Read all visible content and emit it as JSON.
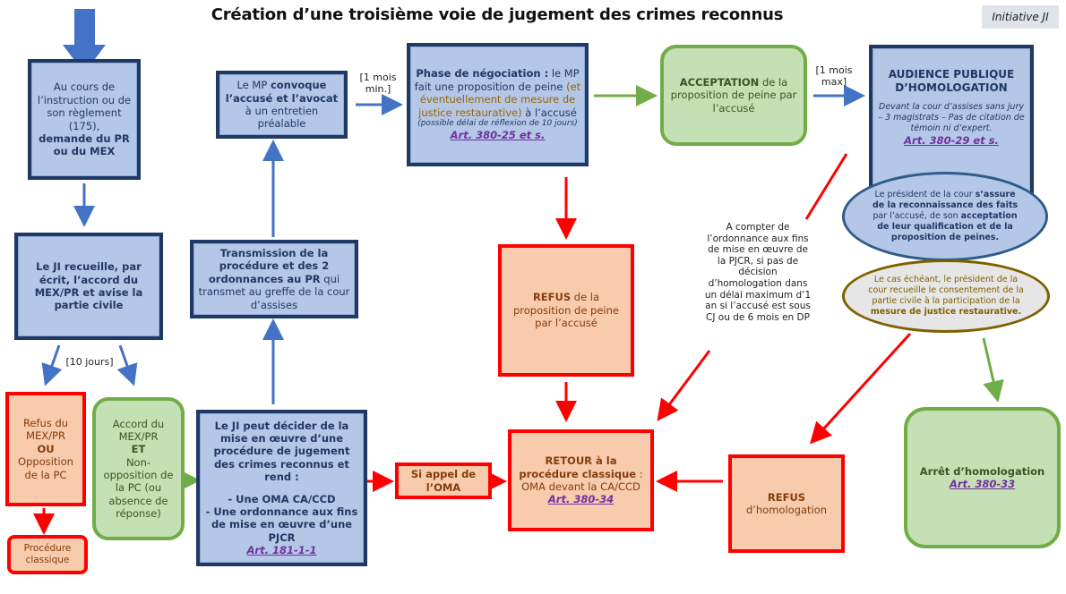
{
  "title": "Création d’une troisième voie de jugement des crimes reconnus",
  "tag": "Initiative JI",
  "colors": {
    "blue_fill": "#b4c7e7",
    "blue_border": "#1f3864",
    "red_fill": "#f8cbad",
    "red_border": "#ff0000",
    "green_fill": "#c5e0b4",
    "green_border": "#70ad47",
    "arrow_blue": "#4472c4",
    "arrow_red": "#ff0000",
    "arrow_green": "#70ad47",
    "link": "#7030a0"
  },
  "nodes": {
    "start": {
      "line1": "Au cours de l’instruction ou de son règlement (175),",
      "bold": "demande du PR ou du MEX"
    },
    "ji_recueille": {
      "bold": "Le JI recueille, par écrit, l’accord du MEX/PR et avise la partie civile"
    },
    "refus_mex": {
      "t1": "Refus du MEX/PR",
      "bold": "OU",
      "t2": "Opposition de la PC"
    },
    "procedure_classique": {
      "text": "Procédure classique"
    },
    "accord": {
      "t1": "Accord du MEX/PR",
      "bold": "ET",
      "t2": "Non-opposition de la PC (ou absence de réponse)"
    },
    "ji_decide": {
      "bold": "Le JI peut décider de la mise en œuvre d’une procédure de jugement des crimes reconnus et rend :",
      "items": [
        "-   Une OMA CA/CCD",
        "-   Une ordonnance aux fins de mise en œuvre d’une PJCR"
      ],
      "article": "Art. 181-1-1"
    },
    "transmission": {
      "bold": "Transmission de la procédure et des 2 ordonnances au PR",
      "rest": "qui transmet au greffe de la cour d’assises"
    },
    "convoque": {
      "t1": "Le MP",
      "bold": "convoque l’accusé et l’avocat",
      "t2": "à un entretien préalable"
    },
    "negociation": {
      "bold": "Phase de négociation :",
      "t1": "le MP fait une proposition de peine",
      "gold": "(et éventuellement de mesure de justice restaurative)",
      "t2": "à l’accusé",
      "note": "(possible délai de réflexion de 10 jours)",
      "article": "Art. 380-25 et s."
    },
    "acceptation": {
      "bold": "ACCEPTATION",
      "rest": "de la proposition de peine par l’accusé"
    },
    "audience": {
      "bold": "AUDIENCE PUBLIQUE D’HOMOLOGATION",
      "note": "Devant la cour d’assises sans jury – 3 magistrats – Pas de citation de témoin ni d’expert.",
      "article": "Art. 380-29 et s."
    },
    "ellipse_president": {
      "t1": "Le président de la cour",
      "bold1": "s’assure de la reconnaissance des faits",
      "t2": "par l’accusé, de son",
      "bold2": "acceptation de leur qualification  et de la proposition de peines."
    },
    "ellipse_pc": {
      "t1": "Le cas échéant, le président de la cour recueille le consentement de la partie civile à la participation de la",
      "bold": "mesure de justice restaurative."
    },
    "refus_peine": {
      "bold": "REFUS",
      "rest": "de la proposition de peine par l’accusé"
    },
    "si_appel": {
      "bold": "Si appel de l’OMA"
    },
    "retour": {
      "bold": "RETOUR à la procédure classique",
      "t1": ":",
      "t2": "OMA devant la CA/CCD",
      "article": "Art. 380-34"
    },
    "refus_homologation": {
      "bold": "REFUS",
      "rest": "d’homologation"
    },
    "arret": {
      "bold": "Arrêt d’homologation",
      "article": "Art. 380-33"
    }
  },
  "labels": {
    "dix_jours": "[10 jours]",
    "un_mois_min": "[1 mois min.]",
    "un_mois_max": "[1 mois max]",
    "delai": "A compter de l’ordonnance aux fins de mise en œuvre de la PJCR, si pas de décision d’homologation dans un délai maximum d’1 an si l’accusé est sous CJ ou de 6 mois en DP"
  }
}
